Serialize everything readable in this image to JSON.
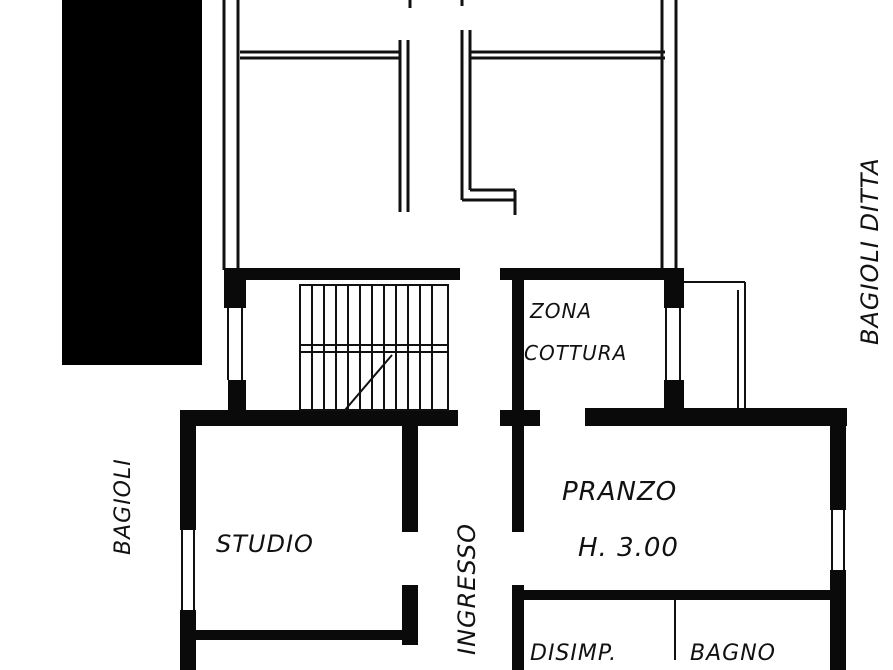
{
  "rooms": {
    "zona_cottura_line1": "ZONA",
    "zona_cottura_line2": "COTTURA",
    "pranzo": "PRANZO",
    "pranzo_height": "H. 3.00",
    "studio": "STUDIO",
    "ingresso": "INGRESSO",
    "disimpegno": "DISIMP.",
    "bagno": "BAGNO"
  },
  "side_labels": {
    "left": "BAGIOLI",
    "right": "BAGIOLI DITTA"
  },
  "colors": {
    "ink": "#111111",
    "paper": "#ffffff"
  }
}
